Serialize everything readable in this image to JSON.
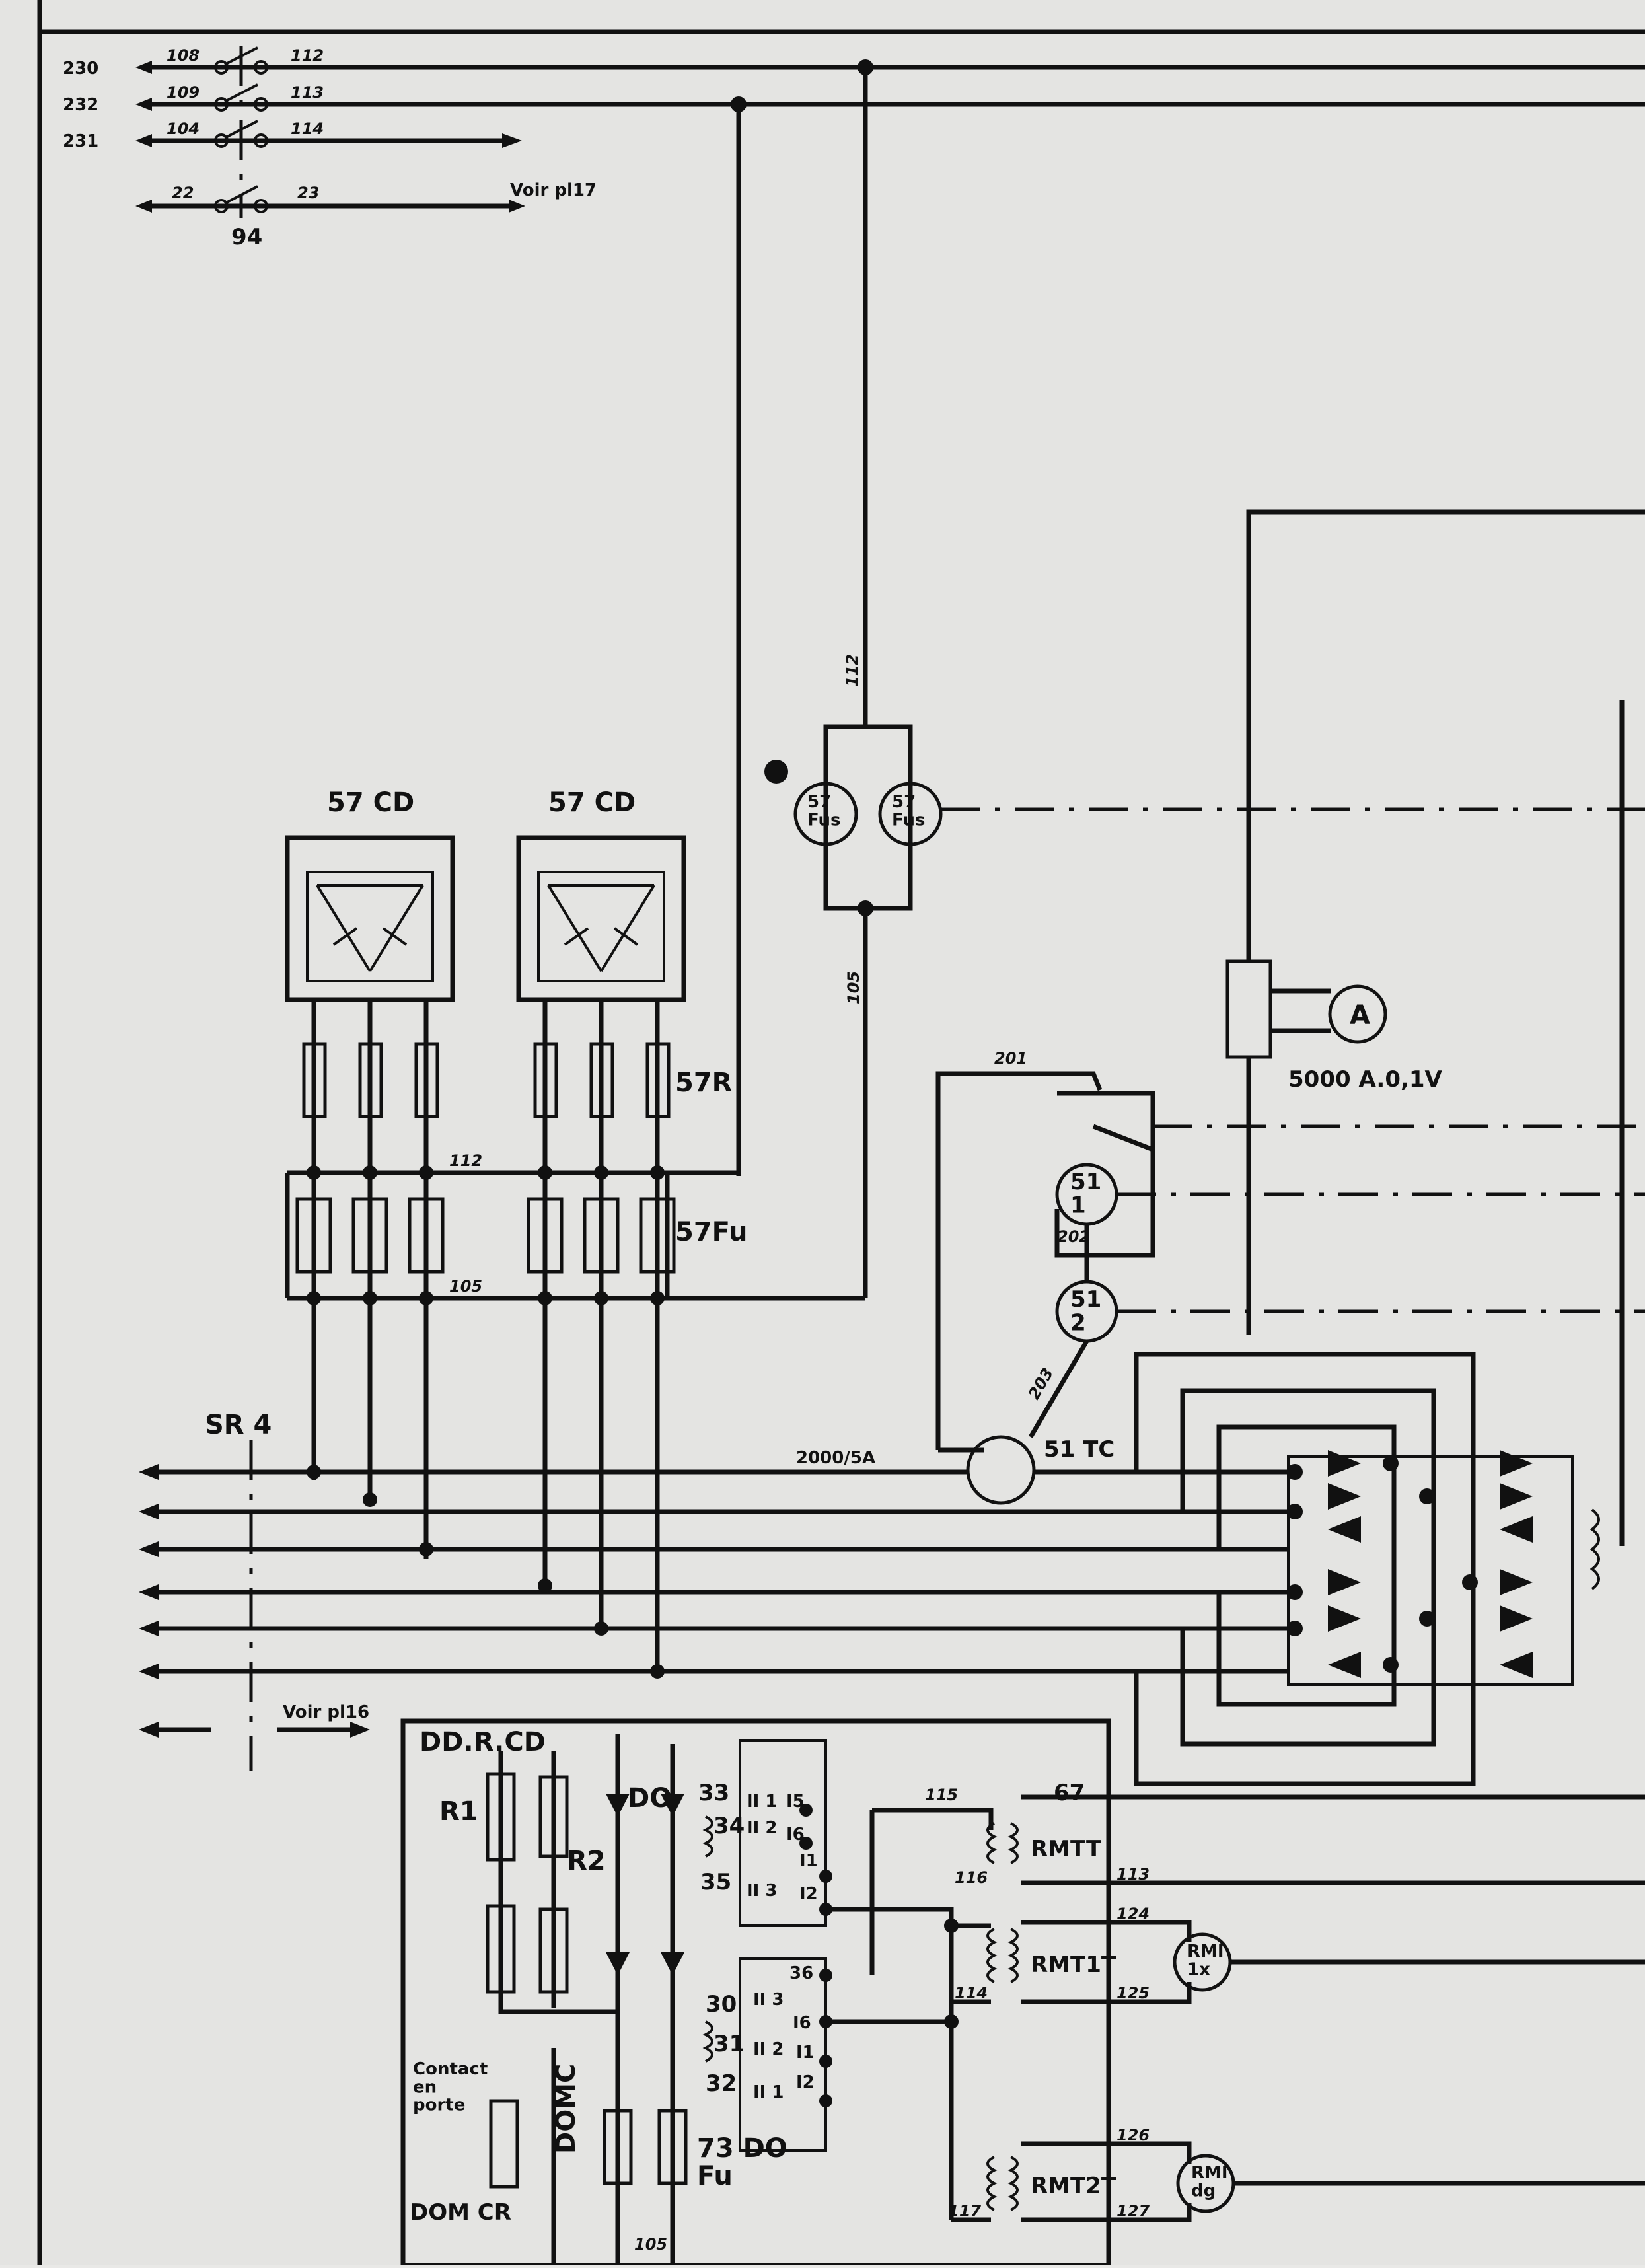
{
  "wires_top": {
    "rows": [
      {
        "left": "230",
        "mid": "108",
        "right": "112"
      },
      {
        "left": "232",
        "mid": "109",
        "right": "113"
      },
      {
        "left": "231",
        "mid": "104",
        "right": "114"
      }
    ],
    "switch_row": {
      "left": "22",
      "right": "23",
      "ref": "Voir pl17"
    },
    "switch_label": "94"
  },
  "s57cd": {
    "left": "57 CD",
    "right": "57 CD",
    "resistor": "57R",
    "fuse": "57Fu",
    "bus_a": "112",
    "bus_b": "105"
  },
  "s57fus": {
    "a": "57\nFus",
    "b": "57\nFus",
    "wire_top": "112",
    "wire_bot": "105"
  },
  "shunt": {
    "meter": "A",
    "rating": "5000 A.0,1V"
  },
  "s51": {
    "top_wire": "201",
    "mid_wire": "202",
    "low_wire": "203",
    "r1": "51\n1",
    "r2": "51\n2",
    "tc": "51 TC",
    "ratio": "2000/5A"
  },
  "sr4": {
    "label": "SR 4",
    "ref": "Voir pl16"
  },
  "ddrcd": {
    "title": "DD.R.CD",
    "r1": "R1",
    "r2": "R2",
    "do": "DO",
    "contact": "Contact\nen\nporte",
    "dom_mc": "DOMC",
    "dom_cr": "DOM CR",
    "fuse": "73 DO\nFu",
    "wire": "105"
  },
  "relays": {
    "a": {
      "pins": [
        "33",
        "34",
        "35"
      ],
      "contacts": [
        "II 1",
        "II 2",
        "II 3",
        "I5",
        "I6",
        "I1",
        "I2"
      ]
    },
    "b": {
      "pins": [
        "30",
        "31",
        "32"
      ],
      "contacts": [
        "II 3",
        "II 2",
        "II 1",
        "I6",
        "I1",
        "I2",
        "36"
      ]
    }
  },
  "rmt": {
    "t1": {
      "label": "RMTT",
      "wires": [
        "115",
        "67",
        "113",
        "116"
      ]
    },
    "t2": {
      "label": "RMT1T",
      "wires": [
        "124",
        "125",
        "114"
      ],
      "meter": "RMI\n1x"
    },
    "t3": {
      "label": "RMT2T",
      "wires": [
        "126",
        "127",
        "117"
      ],
      "meter": "RMI\ndg"
    }
  }
}
